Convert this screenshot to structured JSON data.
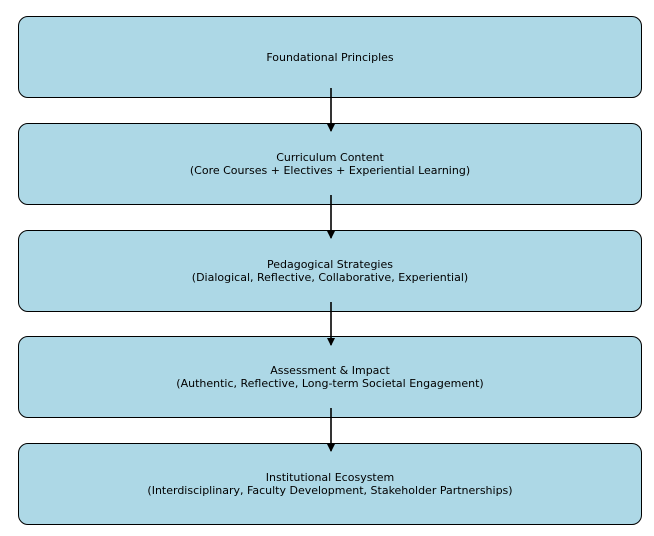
{
  "nodes": [
    {
      "title": "Foundational Principles",
      "detail": ""
    },
    {
      "title": "Curriculum Content",
      "detail": "(Core Courses + Electives + Experiential Learning)"
    },
    {
      "title": "Pedagogical Strategies",
      "detail": "(Dialogical, Reflective, Collaborative, Experiential)"
    },
    {
      "title": "Assessment & Impact",
      "detail": "(Authentic, Reflective, Long-term Societal Engagement)"
    },
    {
      "title": "Institutional Ecosystem",
      "detail": "(Interdisciplinary, Faculty Development, Stakeholder Partnerships)"
    }
  ],
  "edges": [
    {
      "from": "Foundational Principles",
      "to": "Curriculum Content"
    },
    {
      "from": "Curriculum Content",
      "to": "Pedagogical Strategies"
    },
    {
      "from": "Pedagogical Strategies",
      "to": "Assessment & Impact"
    },
    {
      "from": "Assessment & Impact",
      "to": "Institutional Ecosystem"
    }
  ],
  "colors": {
    "node_fill": "#add8e6",
    "node_border": "#000000",
    "arrow": "#000000",
    "background": "#ffffff"
  }
}
